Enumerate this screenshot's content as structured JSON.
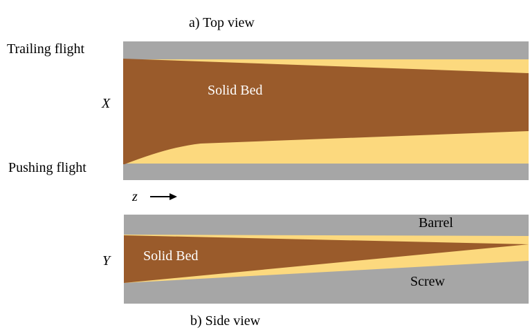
{
  "top_view": {
    "caption": "a) Top view",
    "trailing_label": "Trailing flight",
    "pushing_label": "Pushing flight",
    "axis_label": "X",
    "bed_label": "Solid Bed"
  },
  "direction": {
    "label": "z"
  },
  "side_view": {
    "caption": "b) Side view",
    "axis_label": "Y",
    "bed_label": "Solid Bed",
    "barrel_label": "Barrel",
    "screw_label": "Screw"
  },
  "colors": {
    "flight_gray": "#a6a6a6",
    "melt_yellow": "#fcd97e",
    "solid_brown": "#9a5b2b",
    "text": "#000000",
    "bed_text": "#ffffff"
  }
}
